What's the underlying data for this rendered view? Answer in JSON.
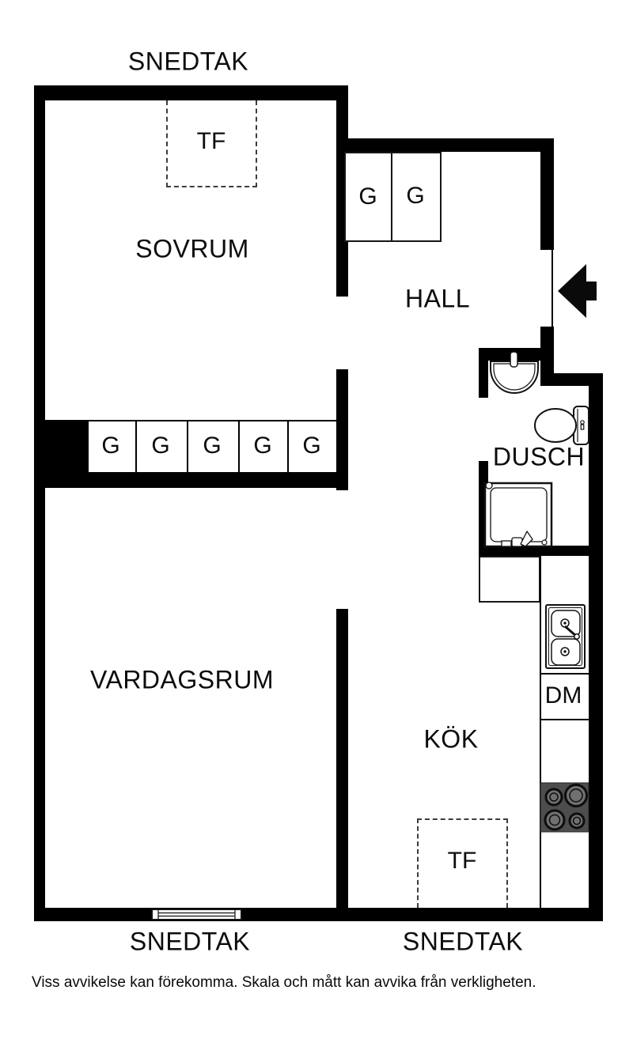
{
  "plan": {
    "rooms": [
      {
        "name": "bedroom",
        "label": "SOVRUM"
      },
      {
        "name": "hallway",
        "label": "HALL"
      },
      {
        "name": "shower-room",
        "label": "DUSCH"
      },
      {
        "name": "living-room",
        "label": "VARDAGSRUM"
      },
      {
        "name": "kitchen",
        "label": "KÖK"
      }
    ],
    "ceiling_labels": {
      "top": "SNEDTAK",
      "bottom_left": "SNEDTAK",
      "bottom_right": "SNEDTAK"
    },
    "skylights": {
      "bedroom": "TF",
      "kitchen": "TF"
    },
    "appliances": {
      "dishwasher": "DM"
    },
    "wardrobes_hall": [
      "G",
      "G"
    ],
    "wardrobes_bedroom": [
      "G",
      "G",
      "G",
      "G",
      "G"
    ]
  },
  "footer": {
    "disclaimer": "Viss avvikelse kan förekomma. Skala och mått kan avvika från verkligheten."
  },
  "colors": {
    "wall": "#000000",
    "background": "#ffffff",
    "stove_panel": "#4d4d4d",
    "stove_burner": "#707070"
  }
}
